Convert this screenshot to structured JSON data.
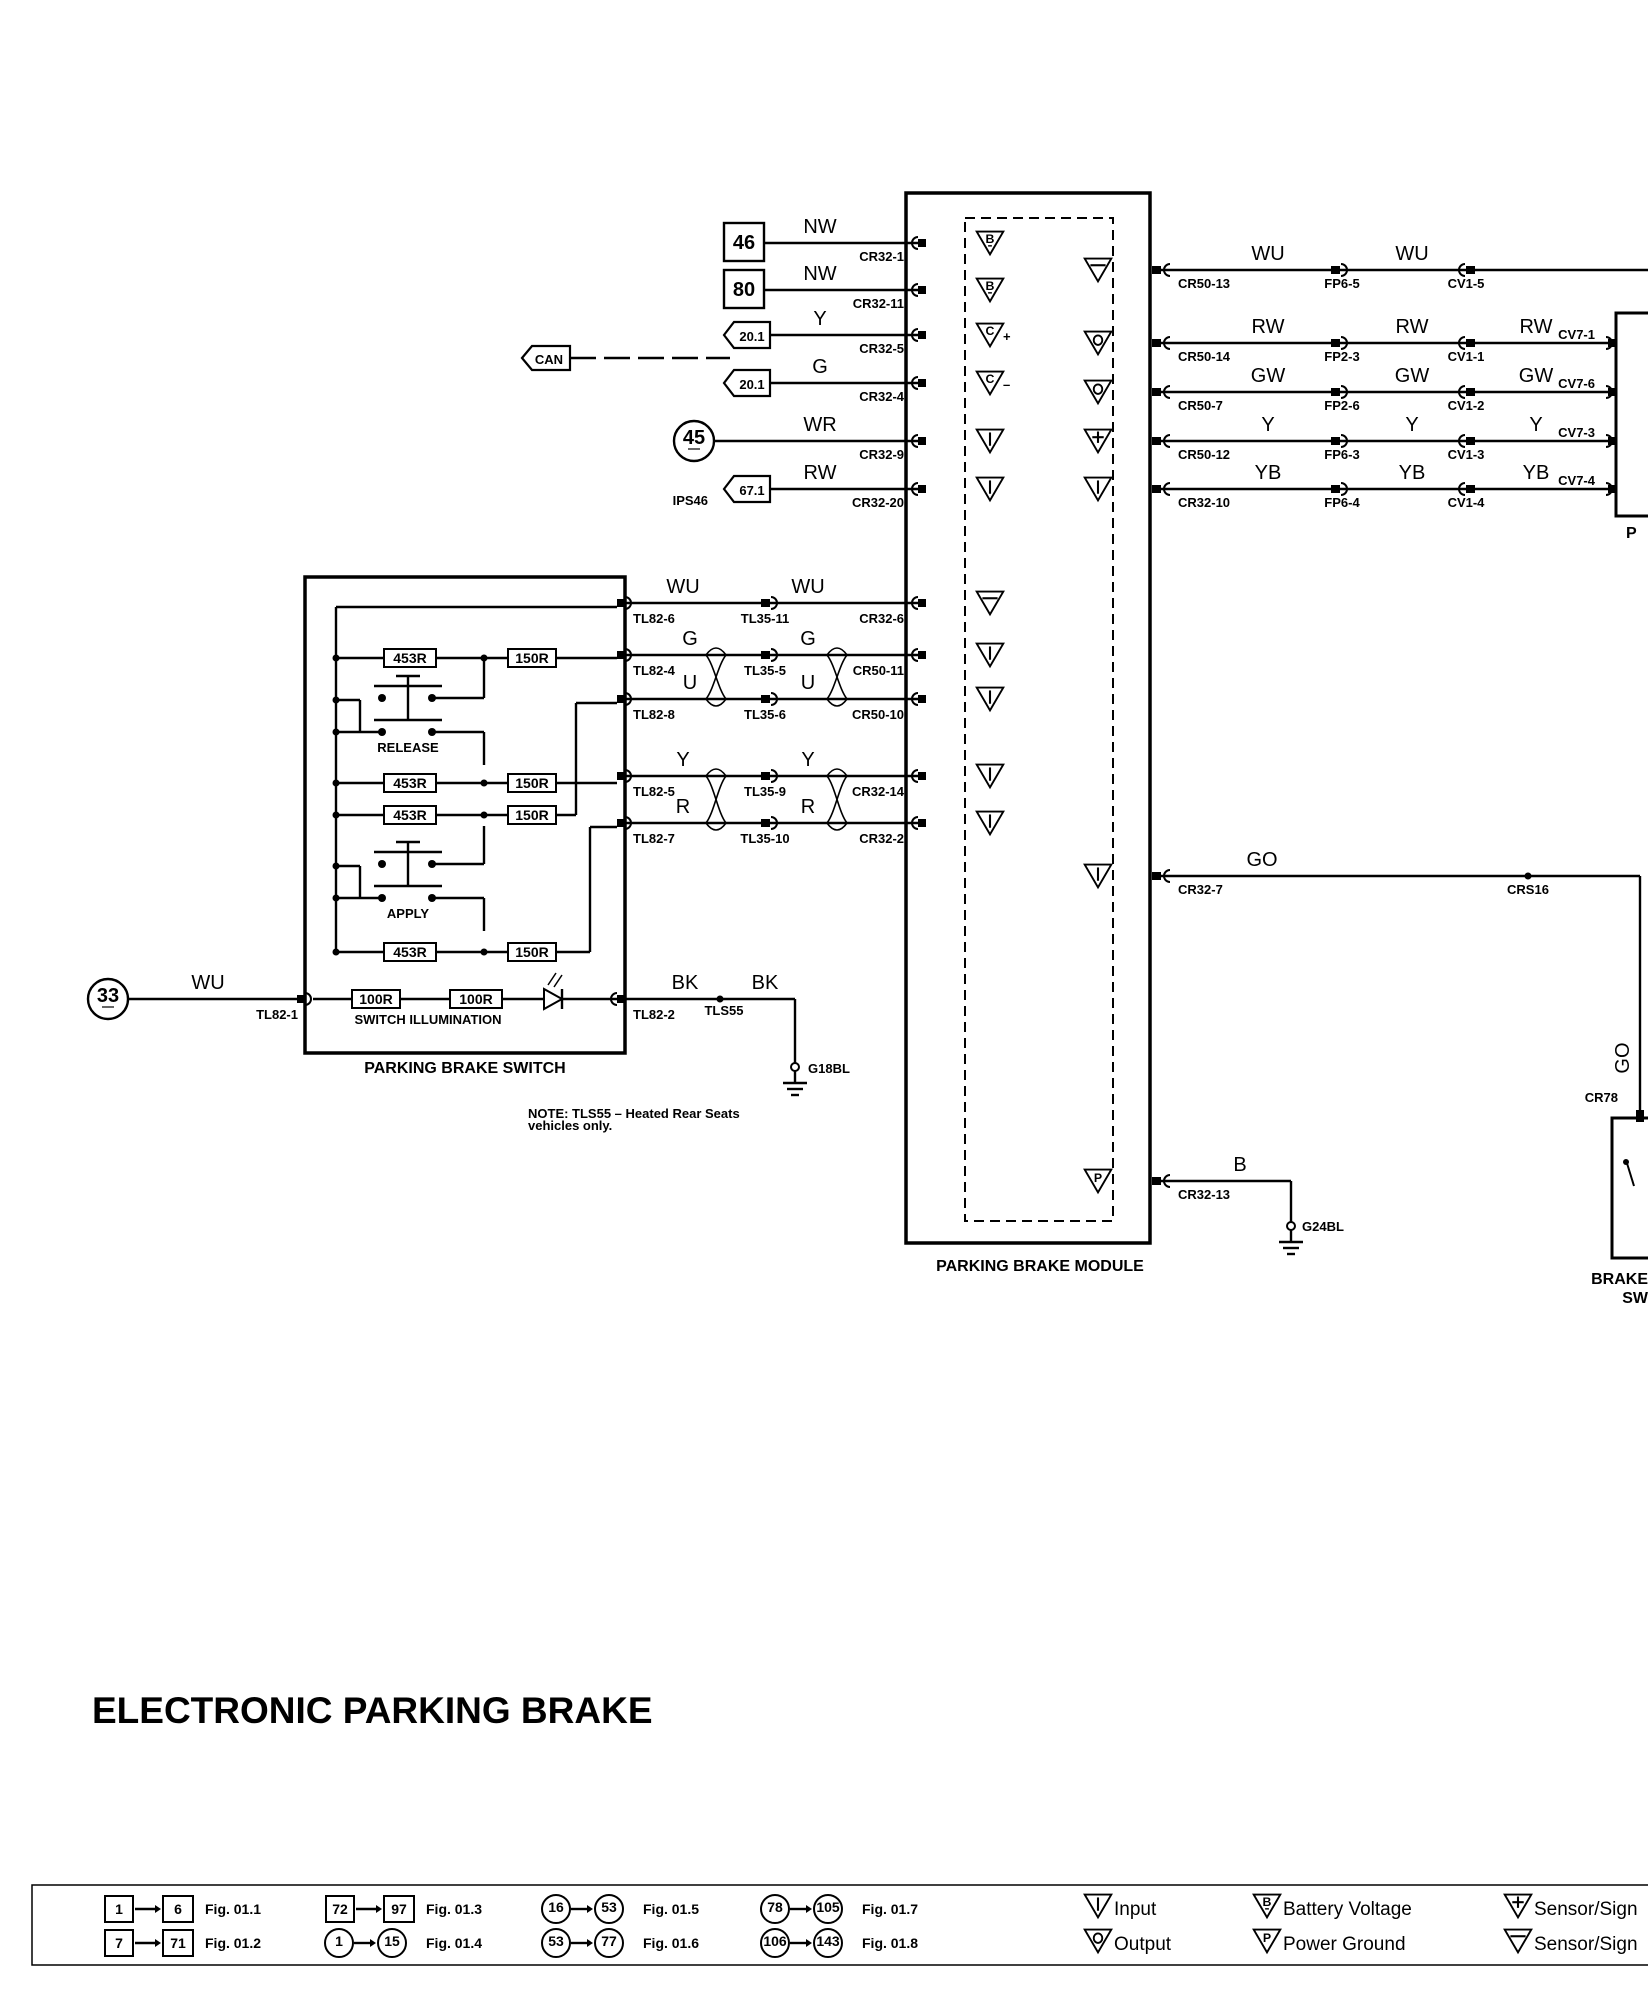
{
  "title": "ELECTRONIC PARKING BRAKE",
  "module": {
    "name": "PARKING BRAKE MODULE",
    "left_pins": [
      {
        "ref": "46",
        "ref_type": "box",
        "wire": "NW",
        "pin": "CR32-1",
        "sym": "B"
      },
      {
        "ref": "80",
        "ref_type": "box",
        "wire": "NW",
        "pin": "CR32-11",
        "sym": "B"
      },
      {
        "ref": "20.1",
        "ref_type": "arrow",
        "wire": "Y",
        "pin": "CR32-5",
        "sym": "C",
        "sign": "+"
      },
      {
        "ref": "20.1",
        "ref_type": "arrow",
        "wire": "G",
        "pin": "CR32-4",
        "sym": "C",
        "sign": "–"
      },
      {
        "ref": "45",
        "ref_type": "circle",
        "wire": "WR",
        "pin": "CR32-9",
        "sym": "I"
      },
      {
        "ref": "67.1",
        "ref_type": "arrow",
        "wire": "RW",
        "pin": "CR32-20",
        "sym": "I"
      }
    ],
    "can_label": "CAN",
    "ips_label": "IPS46",
    "switch_pins": [
      {
        "sw_pin": "TL82-6",
        "w1": "WU",
        "splice": "TL35-11",
        "w2": "WU",
        "pin": "CR32-6",
        "sym": "S"
      },
      {
        "sw_pin": "TL82-4",
        "w1": "G",
        "splice": "TL35-5",
        "w2": "G",
        "pin": "CR50-11",
        "sym": "I"
      },
      {
        "sw_pin": "TL82-8",
        "w1": "U",
        "splice": "TL35-6",
        "w2": "U",
        "pin": "CR50-10",
        "sym": "I"
      },
      {
        "sw_pin": "TL82-5",
        "w1": "Y",
        "splice": "TL35-9",
        "w2": "Y",
        "pin": "CR32-14",
        "sym": "I"
      },
      {
        "sw_pin": "TL82-7",
        "w1": "R",
        "splice": "TL35-10",
        "w2": "R",
        "pin": "CR32-2",
        "sym": "I"
      }
    ],
    "right_pins": [
      {
        "pin": "CR50-13",
        "wires": [
          "WU",
          "WU"
        ],
        "conns": [
          "FP6-5",
          "CV1-5"
        ],
        "cv7": "",
        "sym": "S"
      },
      {
        "pin": "CR50-14",
        "wires": [
          "RW",
          "RW",
          "RW"
        ],
        "conns": [
          "FP2-3",
          "CV1-1"
        ],
        "cv7": "CV7-1",
        "sym": "O"
      },
      {
        "pin": "CR50-7",
        "wires": [
          "GW",
          "GW",
          "GW"
        ],
        "conns": [
          "FP2-6",
          "CV1-2"
        ],
        "cv7": "CV7-6",
        "sym": "O"
      },
      {
        "pin": "CR50-12",
        "wires": [
          "Y",
          "Y",
          "Y"
        ],
        "conns": [
          "FP6-3",
          "CV1-3"
        ],
        "cv7": "CV7-3",
        "sym": "+"
      },
      {
        "pin": "CR32-10",
        "wires": [
          "YB",
          "YB",
          "YB"
        ],
        "conns": [
          "FP6-4",
          "CV1-4"
        ],
        "cv7": "CV7-4",
        "sym": "I"
      }
    ],
    "go_pin": {
      "pin": "CR32-7",
      "wire": "GO",
      "splice": "CRS16",
      "vert_wire": "GO",
      "conn": "CR78"
    },
    "ground": {
      "pin": "CR32-13",
      "wire": "B",
      "ground": "G24BL"
    },
    "right_partial_labels": [
      "P",
      "BRAKE",
      "SW"
    ]
  },
  "switch": {
    "name": "PARKING BRAKE SWITCH",
    "resistors": [
      "453R",
      "150R",
      "453R",
      "150R",
      "453R",
      "150R",
      "453R",
      "150R"
    ],
    "release_label": "RELEASE",
    "apply_label": "APPLY",
    "illum": {
      "ref": "33",
      "wire": "WU",
      "pin": "TL82-1",
      "r1": "100R",
      "r2": "100R",
      "label": "SWITCH ILLUMINATION",
      "out_pin": "TL82-2",
      "out_wire1": "BK",
      "splice": "TLS55",
      "out_wire2": "BK",
      "ground": "G18BL"
    }
  },
  "note": [
    "NOTE: TLS55 – Heated Rear Seats",
    "vehicles only."
  ],
  "legend": {
    "figs": [
      {
        "a": "1",
        "b": "6",
        "fig": "Fig. 01.1",
        "type": "box"
      },
      {
        "a": "7",
        "b": "71",
        "fig": "Fig. 01.2",
        "type": "box"
      },
      {
        "a": "72",
        "b": "97",
        "fig": "Fig. 01.3",
        "type": "box"
      },
      {
        "a": "1",
        "b": "15",
        "fig": "Fig. 01.4",
        "type": "circle"
      },
      {
        "a": "16",
        "b": "53",
        "fig": "Fig. 01.5",
        "type": "circle"
      },
      {
        "a": "53",
        "b": "77",
        "fig": "Fig. 01.6",
        "type": "circle"
      },
      {
        "a": "78",
        "b": "105",
        "fig": "Fig. 01.7",
        "type": "circle"
      },
      {
        "a": "106",
        "b": "143",
        "fig": "Fig. 01.8",
        "type": "circle"
      }
    ],
    "symbols": [
      {
        "sym": "I",
        "label": "Input"
      },
      {
        "sym": "O",
        "label": "Output"
      },
      {
        "sym": "B",
        "label": "Battery Voltage"
      },
      {
        "sym": "P",
        "label": "Power Ground"
      },
      {
        "sym": "+",
        "label": "Sensor/Sign"
      },
      {
        "sym": "S",
        "label": "Sensor/Sign"
      }
    ]
  }
}
